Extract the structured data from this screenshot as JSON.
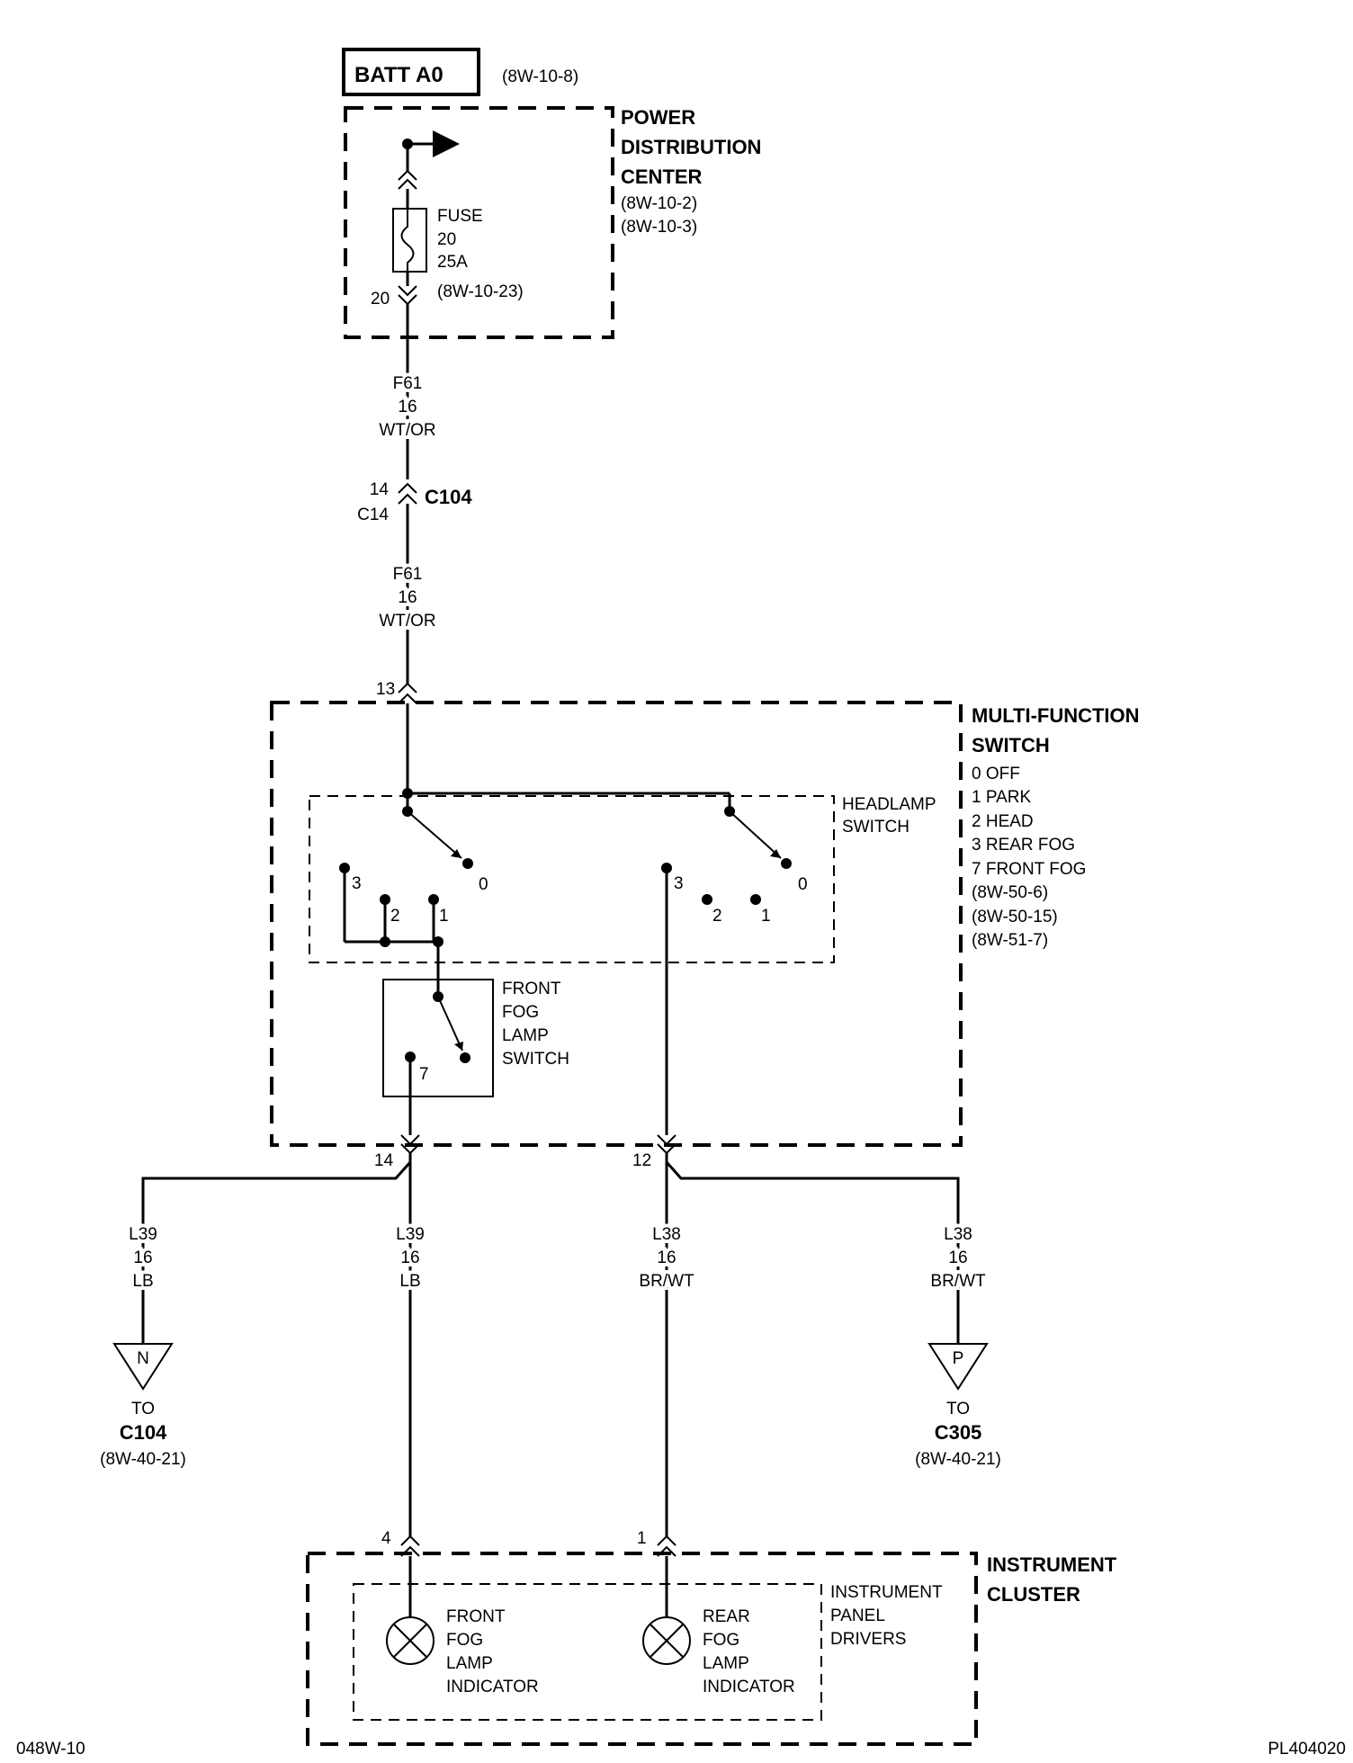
{
  "battery": {
    "label": "BATT A0",
    "ref": "(8W-10-8)"
  },
  "pdc": {
    "line1": "POWER",
    "line2": "DISTRIBUTION",
    "line3": "CENTER",
    "ref1": "(8W-10-2)",
    "ref2": "(8W-10-3)"
  },
  "fuse": {
    "label": "FUSE",
    "number": "20",
    "rating": "25A",
    "ref": "(8W-10-23)",
    "cavity": "20"
  },
  "wire_f61_upper": {
    "circuit": "F61",
    "gauge": "16",
    "color": "WT/OR"
  },
  "c104_inline": {
    "name": "C104",
    "pin_top": "14",
    "pin_bottom": "C14"
  },
  "wire_f61_lower": {
    "circuit": "F61",
    "gauge": "16",
    "color": "WT/OR"
  },
  "mfs": {
    "title1": "MULTI-FUNCTION",
    "title2": "SWITCH",
    "positions": [
      "0 OFF",
      "1 PARK",
      "2 HEAD",
      "3 REAR FOG",
      "7 FRONT FOG"
    ],
    "refs": [
      "(8W-50-6)",
      "(8W-50-15)",
      "(8W-51-7)"
    ],
    "pin_in": "13",
    "pin_out_left": "14",
    "pin_out_right": "12"
  },
  "headlamp_switch": {
    "line1": "HEADLAMP",
    "line2": "SWITCH",
    "left_contacts": [
      "3",
      "2",
      "1",
      "0"
    ],
    "right_contacts": [
      "3",
      "2",
      "1",
      "0"
    ]
  },
  "front_fog_switch": {
    "line1": "FRONT",
    "line2": "FOG",
    "line3": "LAMP",
    "line4": "SWITCH",
    "contact": "7"
  },
  "wires_out": [
    {
      "circuit": "L39",
      "gauge": "16",
      "color": "LB"
    },
    {
      "circuit": "L39",
      "gauge": "16",
      "color": "LB"
    },
    {
      "circuit": "L38",
      "gauge": "16",
      "color": "BR/WT"
    },
    {
      "circuit": "L38",
      "gauge": "16",
      "color": "BR/WT"
    }
  ],
  "ref_n": {
    "letter": "N",
    "to": "TO",
    "connector": "C104",
    "ref": "(8W-40-21)"
  },
  "ref_p": {
    "letter": "P",
    "to": "TO",
    "connector": "C305",
    "ref": "(8W-40-21)"
  },
  "cluster": {
    "title1": "INSTRUMENT",
    "title2": "CLUSTER",
    "drivers1": "INSTRUMENT",
    "drivers2": "PANEL",
    "drivers3": "DRIVERS",
    "pin_left": "4",
    "pin_right": "1",
    "front_indicator": [
      "FRONT",
      "FOG",
      "LAMP",
      "INDICATOR"
    ],
    "rear_indicator": [
      "REAR",
      "FOG",
      "LAMP",
      "INDICATOR"
    ]
  },
  "footer": {
    "page": "048W-10",
    "code": "PL404020"
  }
}
